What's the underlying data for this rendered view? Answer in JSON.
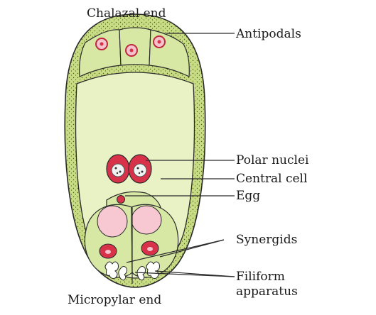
{
  "labels": {
    "chalazal_end": "Chalazal end",
    "micropylar_end": "Micropylar end",
    "antipodals": "Antipodals",
    "polar_nuclei": "Polar nuclei",
    "central_cell": "Central cell",
    "egg": "Egg",
    "synergids": "Synergids",
    "filiform_line1": "Filiform",
    "filiform_line2": "apparatus"
  },
  "colors": {
    "wall_outer": "#c8dc84",
    "wall_speckle": "#4a5a20",
    "central_cell": "#e8f2c4",
    "cell_outline": "#2a2a2a",
    "cell_fill": "#d6e8a4",
    "nucleus_red": "#d8324a",
    "nucleus_pink": "#f4c2cc",
    "vacuole_pink": "#f7c8d2"
  }
}
